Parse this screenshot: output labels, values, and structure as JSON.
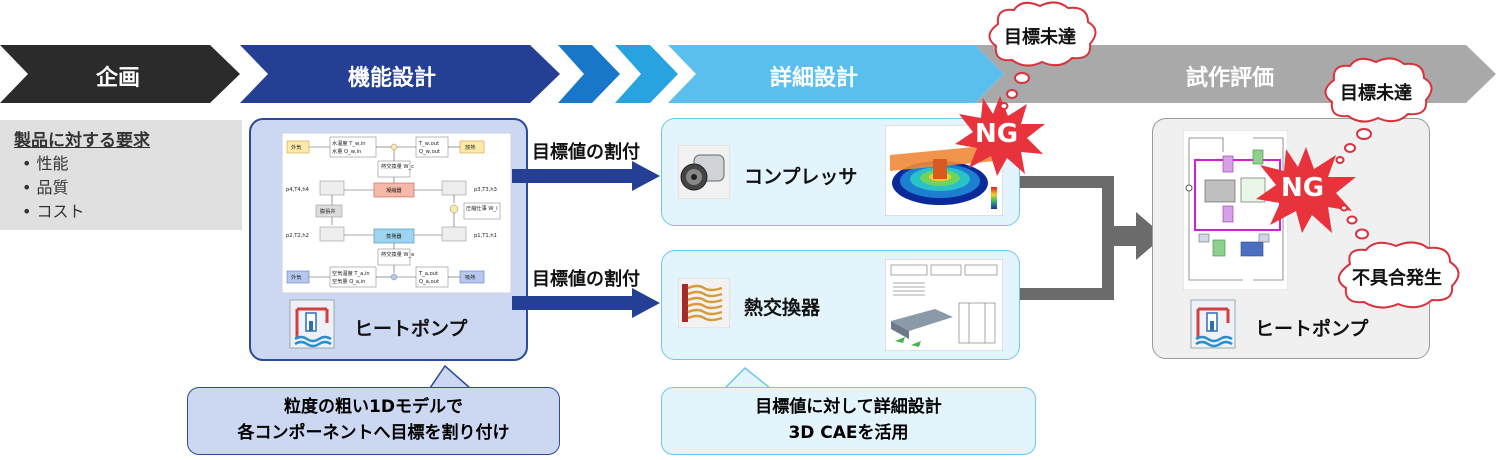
{
  "phases": [
    {
      "label": "企画"
    },
    {
      "label": "機能設計"
    },
    {
      "label": "詳細設計"
    },
    {
      "label": "試作評価"
    }
  ],
  "requirements": {
    "title": "製品に対する要求",
    "items": [
      "性能",
      "品質",
      "コスト"
    ]
  },
  "function_design": {
    "caption": "ヒートポンプ",
    "model_labels": [
      "外気",
      "水温度 T_w,in",
      "水量 Q_w,in",
      "T_w,out",
      "Q_w,out",
      "放熱",
      "熱交換量 W_c",
      "凝縮器",
      "膨張弁",
      "圧縮仕事 W_i",
      "蒸発器",
      "熱交換量 W_e",
      "空気温度 T_a,in",
      "空気量 Q_a,in",
      "T_a,out",
      "Q_a,out",
      "吸熱",
      "p1,T1,h1",
      "p2,T2,h2",
      "p3,T3,h3",
      "p4,T4,h4"
    ],
    "callout": [
      "粒度の粗い1Dモデルで",
      "各コンポーネントへ目標を割り付け"
    ]
  },
  "allocation_label": "目標値の割付",
  "detail_design": {
    "components": [
      {
        "name": "コンプレッサ",
        "verdict": "NG"
      },
      {
        "name": "熱交換器"
      }
    ],
    "callout": [
      "目標値に対して詳細設計",
      "3D CAEを活用"
    ]
  },
  "prototype": {
    "caption": "ヒートポンプ",
    "verdict": "NG"
  },
  "clouds": [
    "目標未達",
    "目標未達",
    "不具合発生"
  ],
  "colors": {
    "plan": "#2b2b2b",
    "function": "#243f93",
    "arrow_mid": "#1877c9",
    "arrow_light": "#29a3e0",
    "detail": "#5bbfee",
    "proto": "#a9a9a9",
    "ng": "#e8323c"
  }
}
